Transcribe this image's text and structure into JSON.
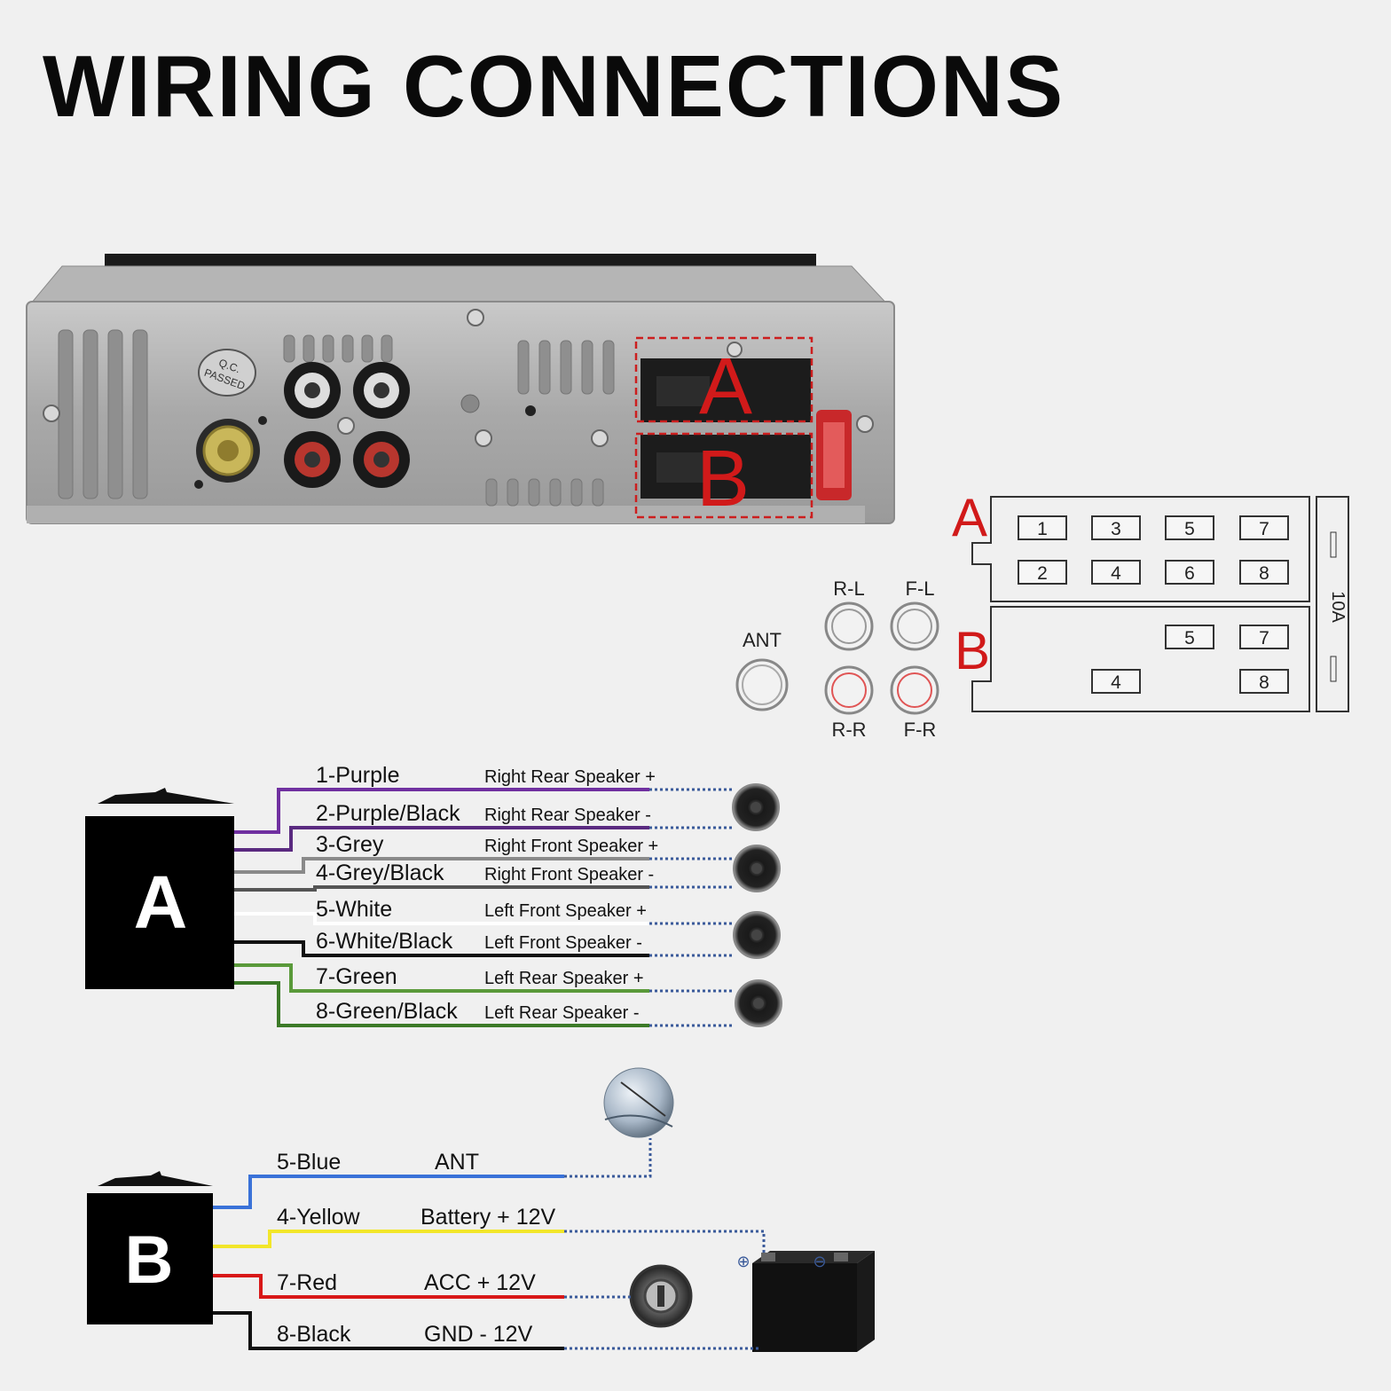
{
  "title": "WIRING CONNECTIONS",
  "head_unit": {
    "qc_label_line1": "Q.C.",
    "qc_label_line2": "PASSED",
    "harness_a_letter": "A",
    "harness_b_letter": "B"
  },
  "pinout": {
    "a_letter": "A",
    "b_letter": "B",
    "fuse_label": "10A",
    "a_pins": [
      "1",
      "3",
      "5",
      "7",
      "2",
      "4",
      "6",
      "8"
    ],
    "b_pins": [
      "5",
      "7",
      "4",
      "8"
    ]
  },
  "rca": {
    "ant": "ANT",
    "rl": "R-L",
    "fl": "F-L",
    "rr": "R-R",
    "fr": "F-R"
  },
  "connector_a": {
    "letter": "A",
    "wires": [
      {
        "name": "1-Purple",
        "function": "Right Rear Speaker +",
        "color": "#7030a0"
      },
      {
        "name": "2-Purple/Black",
        "function": "Right Rear Speaker -",
        "color": "#5a2a80"
      },
      {
        "name": "3-Grey",
        "function": "Right Front Speaker +",
        "color": "#8a8a8a"
      },
      {
        "name": "4-Grey/Black",
        "function": "Right Front Speaker -",
        "color": "#555555"
      },
      {
        "name": "5-White",
        "function": "Left Front Speaker +",
        "color": "#ffffff"
      },
      {
        "name": "6-White/Black",
        "function": "Left Front Speaker -",
        "color": "#111111"
      },
      {
        "name": "7-Green",
        "function": "Left Rear Speaker +",
        "color": "#5a9a3a"
      },
      {
        "name": "8-Green/Black",
        "function": "Left Rear Speaker -",
        "color": "#3c7a28"
      }
    ]
  },
  "connector_b": {
    "letter": "B",
    "wires": [
      {
        "name": "5-Blue",
        "function": "ANT",
        "color": "#3a72d8"
      },
      {
        "name": "4-Yellow",
        "function": "Battery + 12V",
        "color": "#f2e62a"
      },
      {
        "name": "7-Red",
        "function": "ACC + 12V",
        "color": "#d81818"
      },
      {
        "name": "8-Black",
        "function": "GND - 12V",
        "color": "#111111"
      }
    ]
  },
  "battery": {
    "plus": "⊕",
    "minus": "⊖"
  }
}
